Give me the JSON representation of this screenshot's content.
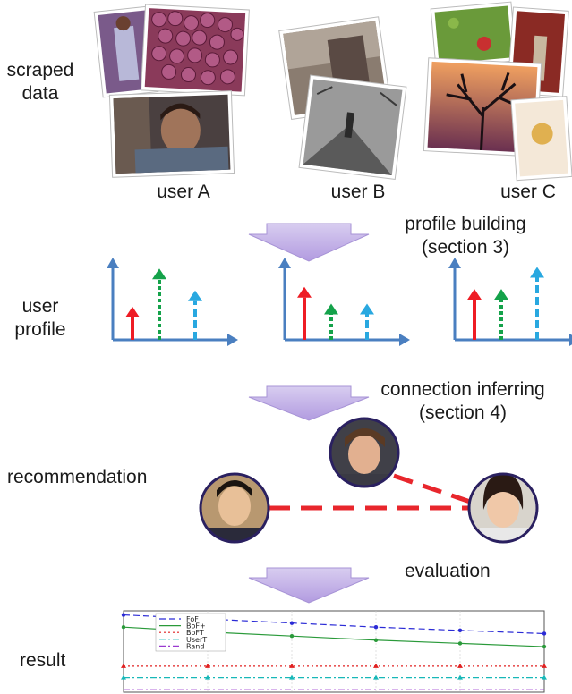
{
  "stages": {
    "scraped": "scraped\ndata",
    "user_profile": "user\nprofile",
    "recommendation": "recommendation",
    "result": "result"
  },
  "users": [
    "user A",
    "user B",
    "user C"
  ],
  "steps": {
    "profile_building": "profile building\n(section 3)",
    "connection_inferring": "connection inferring\n(section 4)",
    "evaluation": "evaluation"
  },
  "colors": {
    "arrow_fill": "#c6b4e6",
    "axis": "#4a7fc0",
    "red": "#ee1c24",
    "green": "#14a24a",
    "cyan": "#29a8e0",
    "dash_link": "#e8262c"
  },
  "profiles": [
    {
      "user": "user A",
      "red": 0.38,
      "green": 0.9,
      "cyan": 0.6
    },
    {
      "user": "user B",
      "red": 0.65,
      "green": 0.42,
      "cyan": 0.42
    },
    {
      "user": "user C",
      "red": 0.62,
      "green": 0.62,
      "cyan": 0.92
    }
  ],
  "legend": [
    "FoF",
    "BoF+",
    "BoFT",
    "UserT",
    "Rand"
  ],
  "chart_data": {
    "type": "line",
    "series": [
      {
        "name": "FoF",
        "color": "#2b2bd6",
        "style": "dashed",
        "marker": "circle",
        "values": [
          0.95,
          0.9,
          0.85,
          0.8,
          0.76,
          0.72
        ]
      },
      {
        "name": "BoF+",
        "color": "#2a9a3a",
        "style": "solid",
        "marker": "circle",
        "values": [
          0.8,
          0.74,
          0.69,
          0.64,
          0.6,
          0.56
        ]
      },
      {
        "name": "BoFT",
        "color": "#e02020",
        "style": "dotted",
        "marker": "triangle",
        "values": [
          0.32,
          0.32,
          0.32,
          0.32,
          0.32,
          0.32
        ]
      },
      {
        "name": "UserT",
        "color": "#18b8b8",
        "style": "dashdot",
        "marker": "triangle",
        "values": [
          0.18,
          0.18,
          0.18,
          0.18,
          0.18,
          0.18
        ]
      },
      {
        "name": "Rand",
        "color": "#9a3ad0",
        "style": "dashdot",
        "marker": "none",
        "values": [
          0.03,
          0.03,
          0.03,
          0.03,
          0.03,
          0.03
        ]
      }
    ],
    "ylim": [
      0,
      1
    ]
  }
}
